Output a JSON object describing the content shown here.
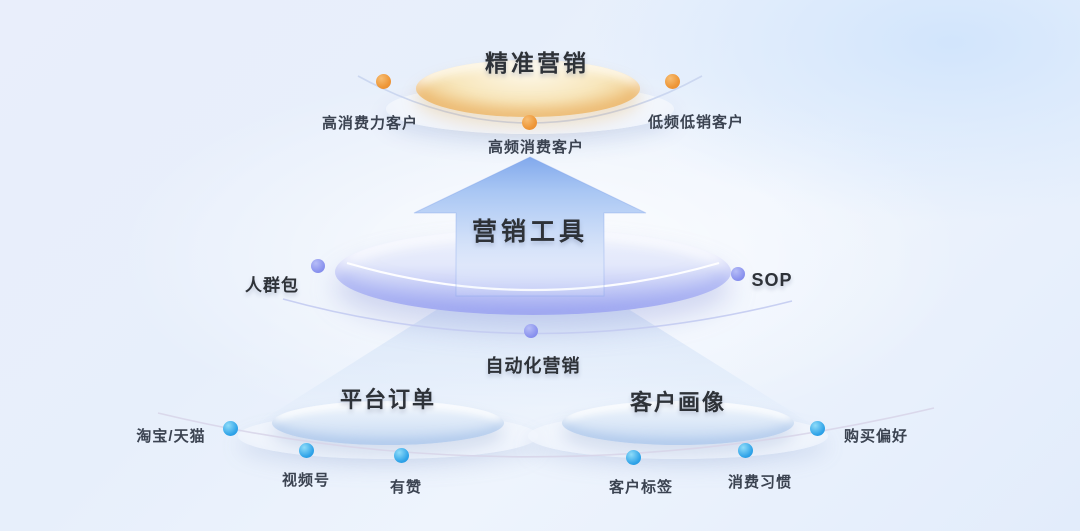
{
  "figure": {
    "type": "marketing-funnel-diagram",
    "top": {
      "title": "精准营销",
      "label_left": "高消费力客户",
      "label_center": "高频消费客户",
      "label_right": "低频低销客户"
    },
    "middle": {
      "arrow_title": "营销工具",
      "label_left": "人群包",
      "label_right": "SOP",
      "label_bottom": "自动化营销"
    },
    "bottom": {
      "left_group": {
        "title": "平台订单",
        "items": [
          "淘宝/天猫",
          "视频号",
          "有赞"
        ]
      },
      "right_group": {
        "title": "客户画像",
        "items": [
          "客户标签",
          "消费习惯",
          "购买偏好"
        ]
      }
    },
    "colors": {
      "orange_dot": "#ee9738",
      "purple_dot": "#8a92ee",
      "cyan_dot": "#2fa3e8",
      "top_ellipse_rim": "#eec27e",
      "middle_ellipse_rim": "#a6aef2",
      "arrow_blue": "#8fb4ee",
      "title_text": "#2e3238",
      "label_text": "#3b4351"
    }
  }
}
